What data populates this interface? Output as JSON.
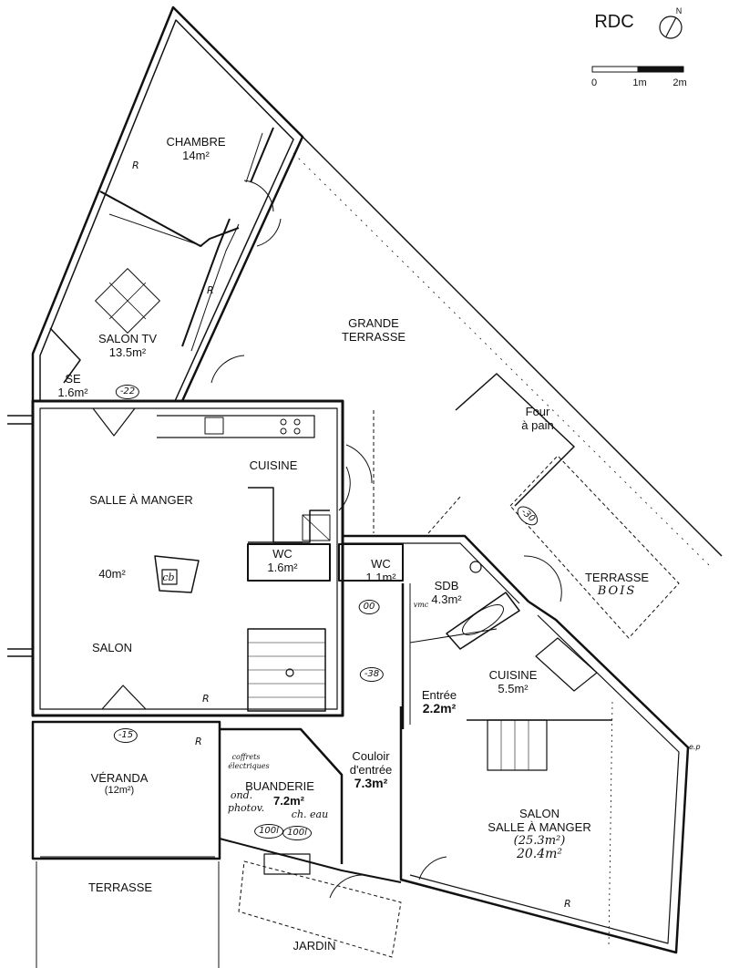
{
  "header": {
    "level": "RDC",
    "north": "N"
  },
  "scale": {
    "zero": "0",
    "one": "1m",
    "two": "2m"
  },
  "rooms": {
    "chambre": {
      "name": "CHAMBRE",
      "area": "14m²"
    },
    "salon_tv": {
      "name": "SALON TV",
      "area": "13.5m²"
    },
    "se": {
      "name": "SE",
      "area": "1.6m²"
    },
    "grande_terrasse": {
      "line1": "GRANDE",
      "line2": "TERRASSE"
    },
    "four": {
      "line1": "Four",
      "line2": "à pain"
    },
    "cuisine": {
      "name": "CUISINE"
    },
    "salle_a_manger": {
      "name": "SALLE À MANGER"
    },
    "area40": {
      "area": "40m²"
    },
    "salon": {
      "name": "SALON"
    },
    "wc1": {
      "name": "WC",
      "area": "1.6m²"
    },
    "wc2": {
      "name": "WC",
      "area": "1.1m²"
    },
    "sdb": {
      "name": "SDB",
      "area": "4.3m²"
    },
    "terrasse_bois": {
      "line1": "TERRASSE",
      "line2": "BOIS"
    },
    "cuisine2": {
      "name": "CUISINE",
      "area": "5.5m²"
    },
    "entree": {
      "name": "Entrée",
      "area": "2.2m²"
    },
    "couloir": {
      "line1": "Couloir",
      "line2": "d'entrée",
      "area": "7.3m²"
    },
    "buanderie": {
      "name": "BUANDERIE",
      "area": "7.2m²"
    },
    "veranda": {
      "name": "VÉRANDA",
      "area": "(12m²)"
    },
    "terrasse": {
      "name": "TERRASSE"
    },
    "salon2": {
      "line1": "SALON",
      "line2": "SALLE À MANGER",
      "area1": "(25.3m²)",
      "area2": "20.4m²"
    },
    "jardin": {
      "name": "JARDIN"
    }
  },
  "annotations": {
    "levels": [
      "-22",
      "00",
      "-38",
      "-15",
      "-30"
    ],
    "ond": "ond.",
    "photov": "photov.",
    "ch_eau": "ch. eau",
    "coffrets": "coffrets",
    "electriques": "électriques",
    "tank1": "100l",
    "tank2": "100l",
    "cb": "cb",
    "r": "R",
    "ep": "e.p",
    "vmc": "vmc"
  }
}
